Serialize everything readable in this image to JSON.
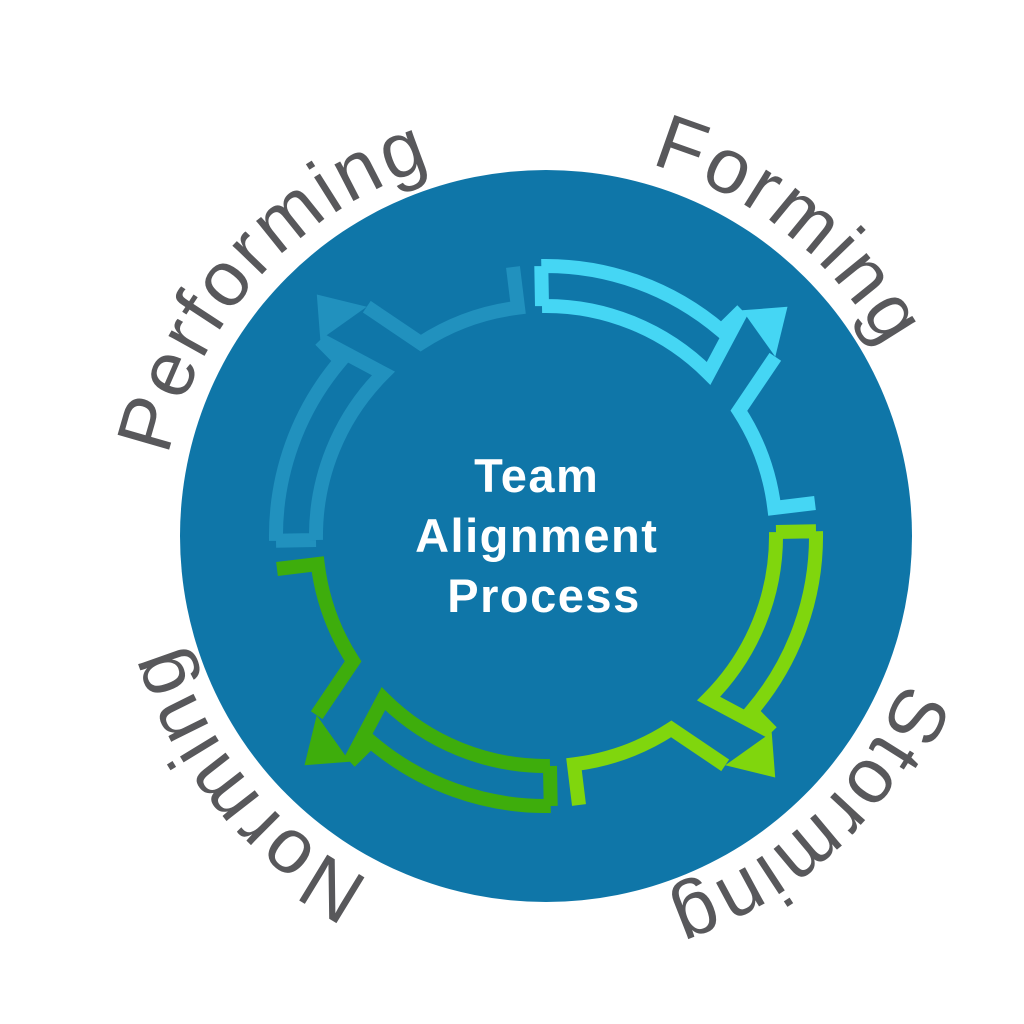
{
  "diagram": {
    "type": "cycle",
    "direction": "clockwise",
    "center_text": [
      "Team",
      "Alignment",
      "Process"
    ],
    "center_text_color": "#FFFFFF",
    "circle_color": "#0F76A8",
    "label_color": "#58585B",
    "background_color": "#FFFFFF",
    "stages": [
      {
        "label": "Forming",
        "color": "#45D6F4",
        "start_angle": -1,
        "label_angle": 38.5
      },
      {
        "label": "Storming",
        "color": "#80D60D",
        "start_angle": 89,
        "label_angle": 137
      },
      {
        "label": "Norming",
        "color": "#3EAD0C",
        "start_angle": 179,
        "label_angle": 230.5
      },
      {
        "label": "Performing",
        "color": "#2191BE",
        "start_angle": 269,
        "label_angle": 312.5
      }
    ]
  }
}
